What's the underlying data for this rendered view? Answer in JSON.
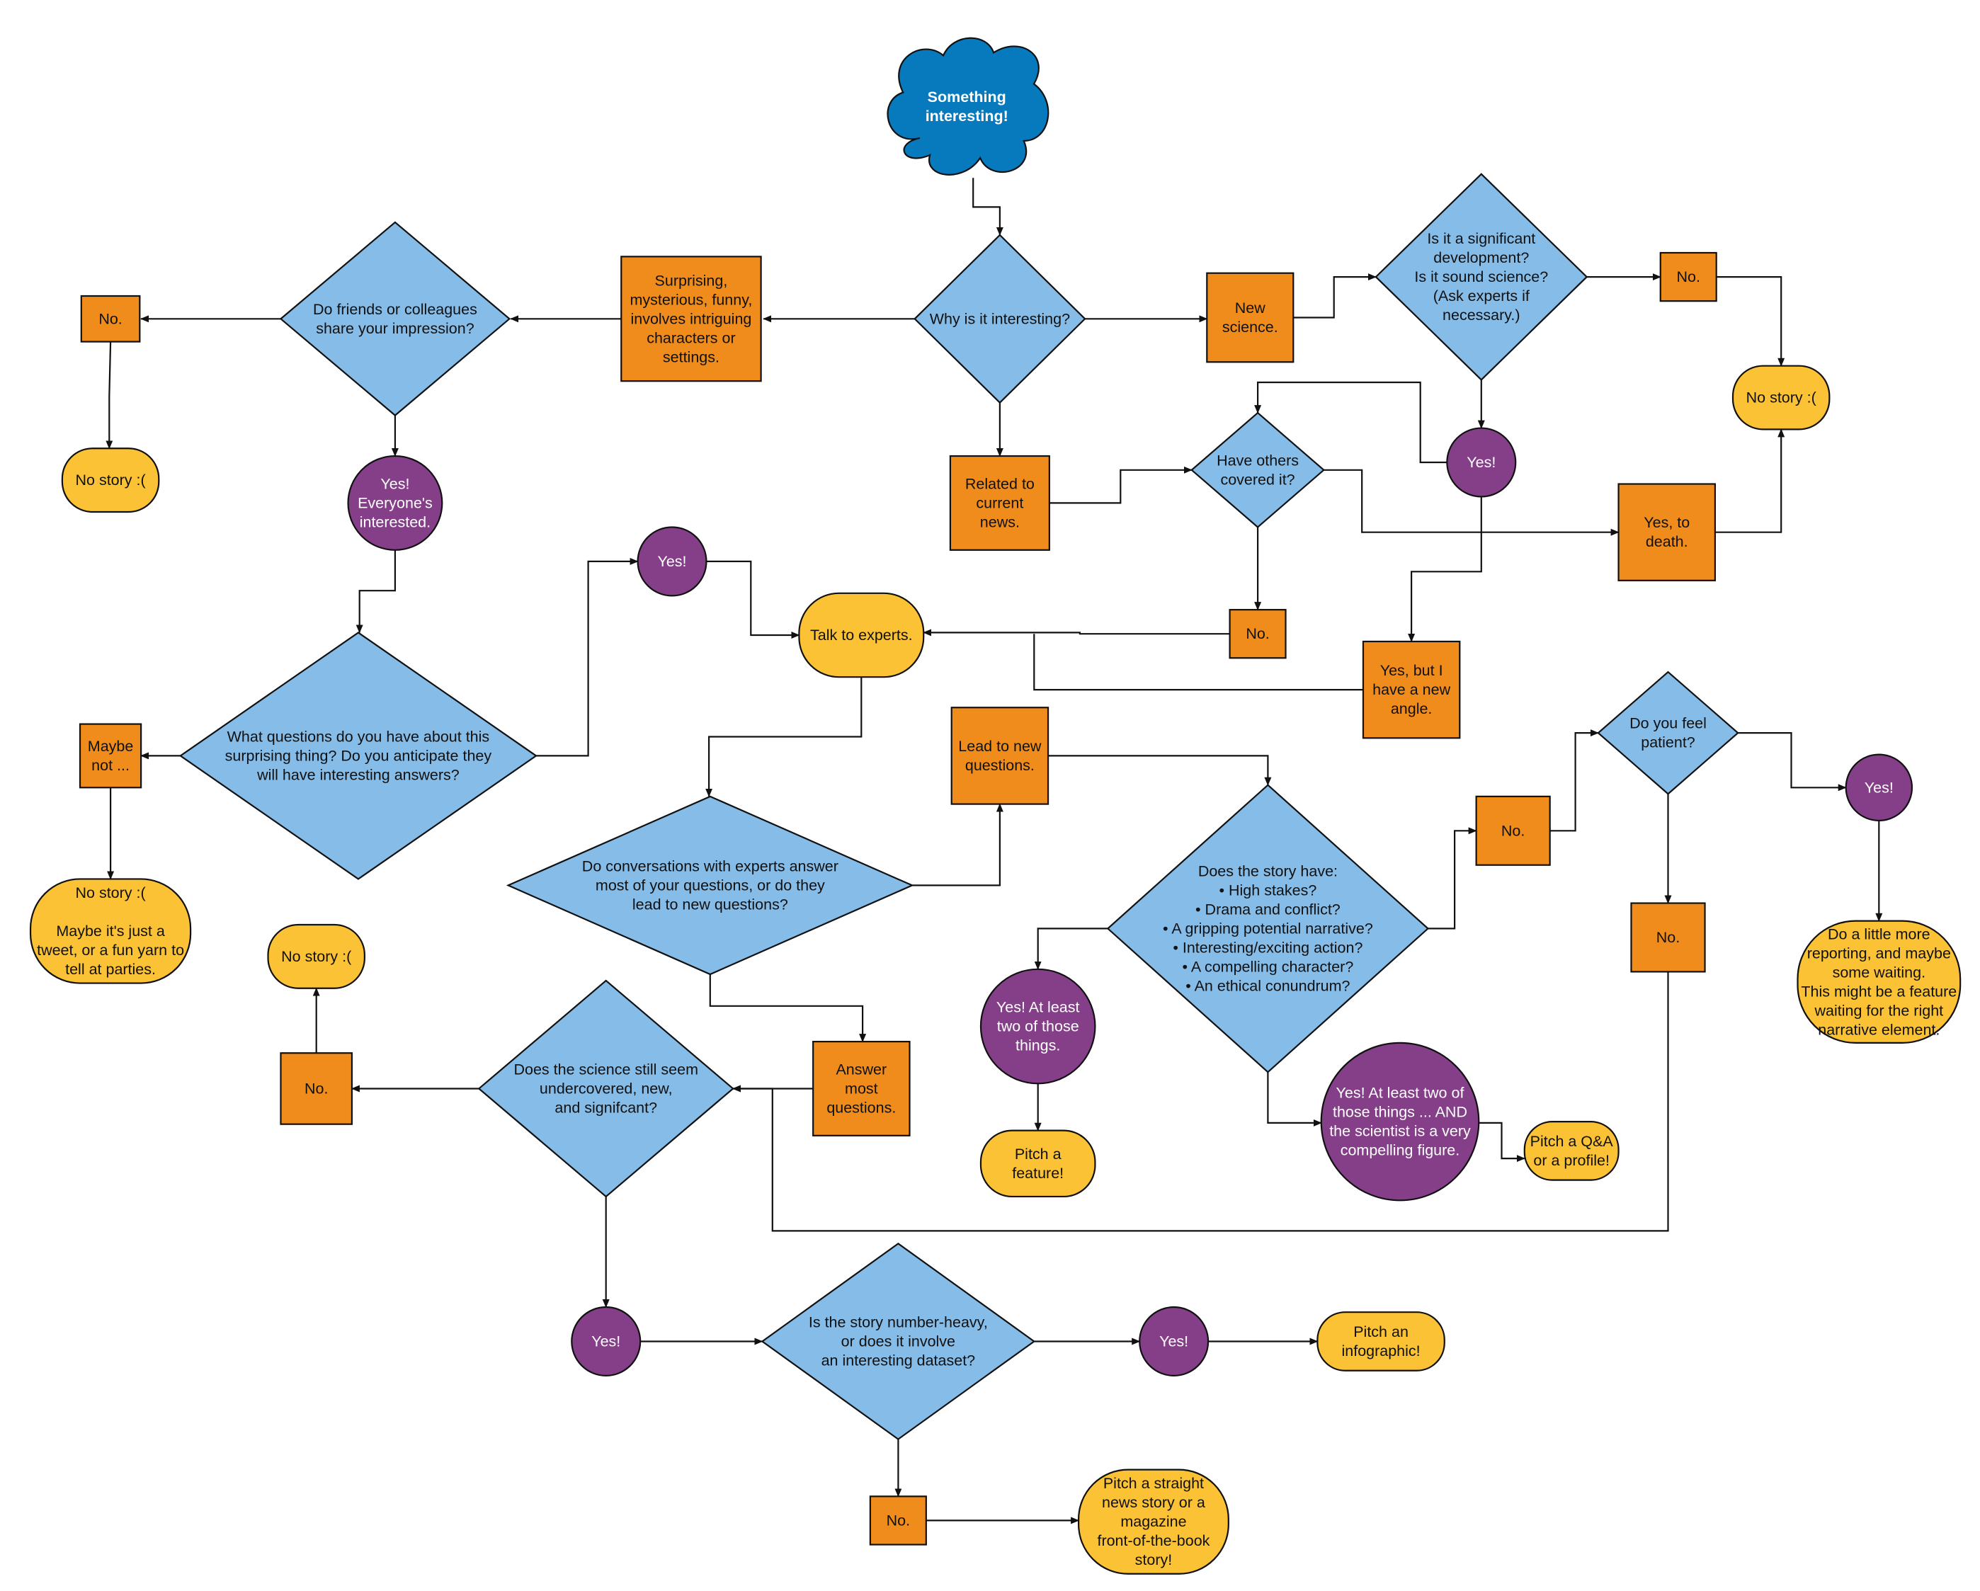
{
  "colors": {
    "cloud": "#0779bd",
    "decision": "#86bce8",
    "box": "#ef8c1c",
    "pill": "#fbc235",
    "yes": "#843f88",
    "stroke": "#111111",
    "background": "#ffffff"
  },
  "nodes": {
    "start": [
      "Something",
      "interesting!"
    ],
    "why": [
      "Why is it interesting?"
    ],
    "surprising": [
      "Surprising,",
      "mysterious, funny,",
      "involves intriguing",
      "characters or",
      "settings."
    ],
    "friends": [
      "Do friends or colleagues",
      "share your impression?"
    ],
    "no_friends": [
      "No."
    ],
    "nostory_left": [
      "No story :("
    ],
    "yes_everyone": [
      "Yes!",
      "Everyone's",
      "interested."
    ],
    "new_science": [
      "New",
      "science."
    ],
    "significant": [
      "Is it a significant",
      "development?",
      "Is it sound science?",
      "(Ask experts if",
      "necessary.)"
    ],
    "no_sig": [
      "No."
    ],
    "nostory_right": [
      "No story :("
    ],
    "related": [
      "Related to",
      "current",
      "news."
    ],
    "others": [
      "Have others",
      "covered it?"
    ],
    "yes_sig": [
      "Yes!"
    ],
    "yes_death": [
      "Yes, to",
      "death."
    ],
    "no_covered": [
      "No."
    ],
    "new_angle": [
      "Yes, but I",
      "have a new",
      "angle."
    ],
    "questions": [
      "What questions do you have about this",
      "surprising thing? Do you anticipate they",
      "will have interesting answers?"
    ],
    "yes_q": [
      "Yes!"
    ],
    "talk": [
      "Talk to experts."
    ],
    "maybe": [
      "Maybe",
      "not ..."
    ],
    "nostory_tweet": [
      "No story :(",
      "",
      "Maybe it's just a",
      "tweet, or a fun yarn to",
      "tell at parties."
    ],
    "lead_new": [
      "Lead to new",
      "questions."
    ],
    "conversations": [
      "Do conversations with experts answer",
      "most of your questions, or do they",
      "lead to new questions?"
    ],
    "story_have": [
      "Does the story have:",
      "•  High stakes?",
      "•  Drama and conflict?",
      "•  A gripping potential narrative?",
      "•  Interesting/exciting action?",
      "•  A compelling character?",
      "•  An ethical conundrum?"
    ],
    "no_story_have": [
      "No."
    ],
    "patient": [
      "Do you feel",
      "patient?"
    ],
    "yes_patient": [
      "Yes!"
    ],
    "no_patient": [
      "No."
    ],
    "little_more": [
      "Do a little more",
      "reporting, and maybe",
      "some waiting.",
      "This might be a feature",
      "waiting for the right",
      "narrative element."
    ],
    "nostory_mid": [
      "No story :("
    ],
    "no_science": [
      "No."
    ],
    "science_still": [
      "Does the science still seem",
      "undercovered, new,",
      "and signifcant?"
    ],
    "answer_most": [
      "Answer",
      "most",
      "questions."
    ],
    "yes_two": [
      "Yes! At least",
      "two of those",
      "things."
    ],
    "pitch_feature": [
      "Pitch a",
      "feature!"
    ],
    "yes_two_and": [
      "Yes! At least two of",
      "those things ... AND",
      "the scientist is a very",
      "compelling figure."
    ],
    "pitch_qa": [
      "Pitch a Q&A",
      "or a profile!"
    ],
    "yes_science": [
      "Yes!"
    ],
    "number_heavy": [
      "Is the story number-heavy,",
      "or does it involve",
      "an interesting dataset?"
    ],
    "yes_number": [
      "Yes!"
    ],
    "pitch_infographic": [
      "Pitch an",
      "infographic!"
    ],
    "no_number": [
      "No."
    ],
    "pitch_straight": [
      "Pitch a straight",
      "news story or a",
      "magazine",
      "front-of-the-book",
      "story!"
    ]
  }
}
